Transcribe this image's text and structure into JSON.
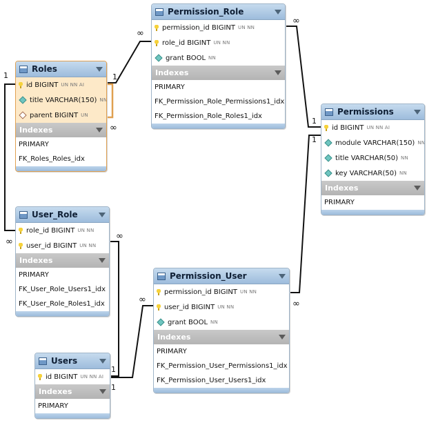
{
  "tables": [
    {
      "id": "permission_role",
      "name": "Permission_Role",
      "columns": [
        {
          "icon": "key",
          "name": "permission_id BIGINT",
          "flags": "UN NN"
        },
        {
          "icon": "key",
          "name": "role_id BIGINT",
          "flags": "UN NN"
        },
        {
          "icon": "diamond",
          "name": "grant BOOL",
          "flags": "NN"
        }
      ],
      "indexes_label": "Indexes",
      "indexes": [
        "PRIMARY",
        "FK_Permission_Role_Permissions1_idx",
        "FK_Permission_Role_Roles1_idx"
      ]
    },
    {
      "id": "roles",
      "name": "Roles",
      "columns": [
        {
          "icon": "key",
          "name": "id BIGINT",
          "flags": "UN NN AI"
        },
        {
          "icon": "diamond",
          "name": "title VARCHAR(150)",
          "flags": "NN"
        },
        {
          "icon": "hollow-diamond",
          "name": "parent BIGINT",
          "flags": "UN"
        }
      ],
      "indexes_label": "Indexes",
      "indexes": [
        "PRIMARY",
        "FK_Roles_Roles_idx"
      ]
    },
    {
      "id": "permissions",
      "name": "Permissions",
      "columns": [
        {
          "icon": "key",
          "name": "id BIGINT",
          "flags": "UN NN AI"
        },
        {
          "icon": "diamond",
          "name": "module VARCHAR(150)",
          "flags": "NN"
        },
        {
          "icon": "diamond",
          "name": "title VARCHAR(50)",
          "flags": "NN"
        },
        {
          "icon": "diamond",
          "name": "key VARCHAR(50)",
          "flags": "NN"
        }
      ],
      "indexes_label": "Indexes",
      "indexes": [
        "PRIMARY"
      ]
    },
    {
      "id": "user_role",
      "name": "User_Role",
      "columns": [
        {
          "icon": "key",
          "name": "role_id BIGINT",
          "flags": "UN NN"
        },
        {
          "icon": "key",
          "name": "user_id BIGINT",
          "flags": "UN NN"
        }
      ],
      "indexes_label": "Indexes",
      "indexes": [
        "PRIMARY",
        "FK_User_Role_Users1_idx",
        "FK_User_Role_Roles1_idx"
      ]
    },
    {
      "id": "permission_user",
      "name": "Permission_User",
      "columns": [
        {
          "icon": "key",
          "name": "permission_id BIGINT",
          "flags": "UN NN"
        },
        {
          "icon": "key",
          "name": "user_id BIGINT",
          "flags": "UN NN"
        },
        {
          "icon": "diamond",
          "name": "grant BOOL",
          "flags": "NN"
        }
      ],
      "indexes_label": "Indexes",
      "indexes": [
        "PRIMARY",
        "FK_Permission_User_Permissions1_idx",
        "FK_Permission_User_Users1_idx"
      ]
    },
    {
      "id": "users",
      "name": "Users",
      "columns": [
        {
          "icon": "key",
          "name": "id BIGINT",
          "flags": "UN NN AI"
        }
      ],
      "indexes_label": "Indexes",
      "indexes": [
        "PRIMARY"
      ]
    }
  ],
  "relationships": [
    {
      "id": "roles-permission_role",
      "from": "roles",
      "to": "permission_role",
      "from_card": "1",
      "to_card": "∞"
    },
    {
      "id": "permissions-permission_role",
      "from": "permissions",
      "to": "permission_role",
      "from_card": "1",
      "to_card": "∞"
    },
    {
      "id": "permissions-permission_user",
      "from": "permissions",
      "to": "permission_user",
      "from_card": "1",
      "to_card": "∞"
    },
    {
      "id": "roles-user_role",
      "from": "roles",
      "to": "user_role",
      "from_card": "1",
      "to_card": "∞"
    },
    {
      "id": "roles-roles",
      "from": "roles",
      "to": "roles",
      "from_card": "1",
      "to_card": "∞"
    },
    {
      "id": "users-user_role",
      "from": "users",
      "to": "user_role",
      "from_card": "1",
      "to_card": "∞"
    },
    {
      "id": "users-permission_user",
      "from": "users",
      "to": "permission_user",
      "from_card": "1",
      "to_card": "∞"
    }
  ],
  "colors": {
    "header": "#9dbcdc",
    "selected_row": "#fde9c8",
    "selected_border": "#e0a050",
    "indexes_header": "#b4b4b4",
    "wire": "#111111"
  }
}
